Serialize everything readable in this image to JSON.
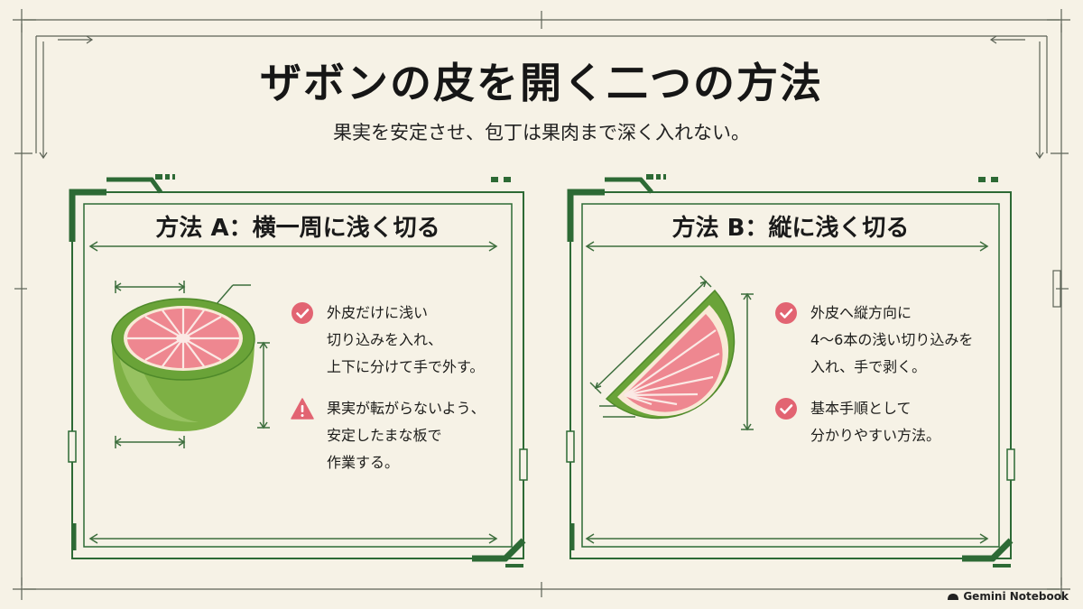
{
  "title": "ザボンの皮を開く二つの方法",
  "subtitle": "果実を安定させ、包丁は果肉まで深く入れない。",
  "colors": {
    "frame_green": "#2d6a35",
    "line_green": "#3d6e3d",
    "check_red": "#e26472",
    "fruit_skin": "#8fbf5a",
    "fruit_flesh": "#ef8e96",
    "background": "#f6f2e6"
  },
  "method_a": {
    "title": "方法 A：横一周に浅く切る",
    "items": [
      {
        "icon": "check-circle-icon",
        "lines": [
          "外皮だけに浅い",
          "切り込みを入れ、",
          "上下に分けて手で外す。"
        ]
      },
      {
        "icon": "warning-triangle-icon",
        "lines": [
          "果実が転がらないよう、",
          "安定したまな板で",
          "作業する。"
        ]
      }
    ]
  },
  "method_b": {
    "title": "方法 B：縦に浅く切る",
    "items": [
      {
        "icon": "check-circle-icon",
        "lines": [
          "外皮へ縦方向に",
          "4〜6本の浅い切り込みを",
          "入れ、手で剥く。"
        ]
      },
      {
        "icon": "check-circle-icon",
        "lines": [
          "基本手順として",
          "分かりやすい方法。"
        ]
      }
    ]
  },
  "footer": {
    "brand": "Gemini Notebook"
  }
}
